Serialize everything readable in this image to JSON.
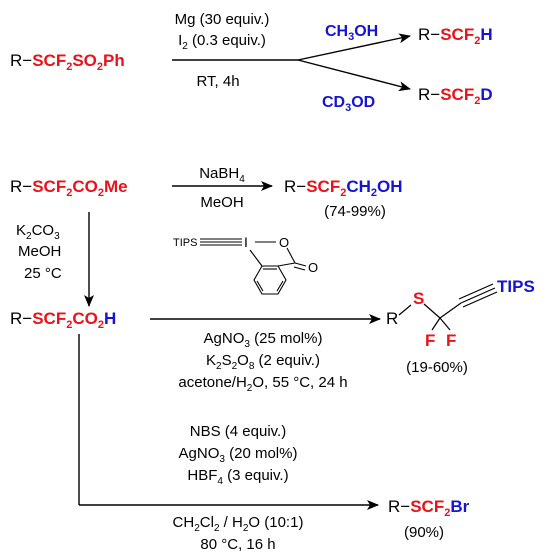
{
  "colors": {
    "red": "#e8131b",
    "blue": "#1414d2",
    "black": "#000000"
  },
  "r1": {
    "sub_r": "R−",
    "sub_sfx": "SCF",
    "sub_s2": "2",
    "sub_so": "SO",
    "sub_s3": "2",
    "sub_ph": "Ph",
    "mg": "Mg (30 equiv.)",
    "i2a": "I",
    "i2b": "2",
    "i2c": " (0.3 equiv.)",
    "cond": "RT, 4h",
    "ch3oh_a": "CH",
    "ch3oh_b": "3",
    "ch3oh_c": "OH",
    "cd3od_a": "CD",
    "cd3od_b": "3",
    "cd3od_c": "OD",
    "p1_r": "R−",
    "p1_a": "SCF",
    "p1_b": "2",
    "p1_c": "H",
    "p2_r": "R−",
    "p2_a": "SCF",
    "p2_b": "2",
    "p2_c": "D"
  },
  "r2": {
    "sm_r": "R−",
    "sm_a": "SCF",
    "sm_b": "2",
    "sm_c": "CO",
    "sm_d": "2",
    "sm_e": "Me",
    "nabh_a": "NaBH",
    "nabh_b": "4",
    "meoh": "MeOH",
    "p_r": "R−",
    "p_a": "SCF",
    "p_b": "2",
    "p_c": "CH",
    "p_d": "2",
    "p_e": "OH",
    "yield": "(74-99%)",
    "k2_a": "K",
    "k2_b": "2",
    "k2_c": "CO",
    "k2_d": "3",
    "meoh2": "MeOH",
    "temp": "25 °C"
  },
  "r3": {
    "acid_r": "R−",
    "acid_a": "SCF",
    "acid_b": "2",
    "acid_c": "CO",
    "acid_d": "2",
    "acid_e": "H",
    "tips_label": "TIPS",
    "iodine": "I",
    "oxy_ring": "O",
    "oxy_carbonyl": "O",
    "ag_a": "AgNO",
    "ag_b": "3",
    "ag_c": " (25 mol%)",
    "k2s_a": "K",
    "k2s_b": "2",
    "k2s_c": "S",
    "k2s_d": "2",
    "k2s_e": "O",
    "k2s_f": "8",
    "k2s_g": " (2 equiv.)",
    "solv_a": "acetone/H",
    "solv_b": "2",
    "solv_c": "O, 55 °C, 24 h",
    "prod_r": "R",
    "prod_s": "S",
    "prod_f1": "F",
    "prod_f2": "F",
    "prod_tips": "TIPS",
    "yield": "(19-60%)"
  },
  "r4": {
    "nbs": "NBS (4 equiv.)",
    "ag_a": "AgNO",
    "ag_b": "3",
    "ag_c": " (20 mol%)",
    "hbf_a": "HBF",
    "hbf_b": "4",
    "hbf_c": " (3 equiv.)",
    "solv_a": "CH",
    "solv_b": "2",
    "solv_c": "Cl",
    "solv_d": "2",
    "solv_e": " / H",
    "solv_f": "2",
    "solv_g": "O (10:1)",
    "temp": "80 °C, 16 h",
    "prod_r": "R−",
    "prod_a": "SCF",
    "prod_b": "2",
    "prod_c": "Br",
    "yield": "(90%)"
  }
}
